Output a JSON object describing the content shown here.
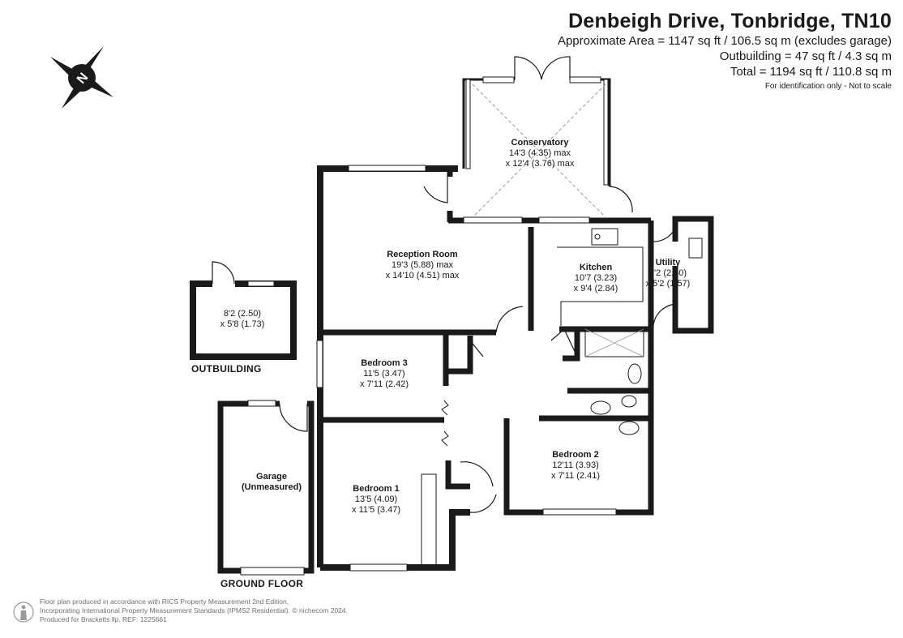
{
  "header": {
    "title": "Denbeigh Drive, Tonbridge, TN10",
    "area_lines": [
      "Approximate Area = 1147 sq ft / 106.5 sq m (excludes garage)",
      "Outbuilding = 47 sq ft / 4.3 sq m",
      "Total = 1194 sq ft / 110.8 sq m"
    ],
    "disclaimer": "For identification only - Not to scale"
  },
  "compass": {
    "label": "N",
    "icon": "compass-north-icon"
  },
  "rooms": {
    "conservatory": {
      "name": "Conservatory",
      "dim1": "14'3 (4.35) max",
      "dim2": "x 12'4 (3.76) max"
    },
    "reception": {
      "name": "Reception Room",
      "dim1": "19'3 (5.88) max",
      "dim2": "x 14'10 (4.51) max"
    },
    "kitchen": {
      "name": "Kitchen",
      "dim1": "10'7 (3.23)",
      "dim2": "x 9'4 (2.84)"
    },
    "utility": {
      "name": "Utility",
      "dim1": "9'2 (2.80)",
      "dim2": "x 5'2 (1.57)"
    },
    "outbuilding": {
      "name": "",
      "dim1": "8'2 (2.50)",
      "dim2": "x 5'8 (1.73)"
    },
    "bedroom3": {
      "name": "Bedroom 3",
      "dim1": "11'5 (3.47)",
      "dim2": "x 7'11 (2.42)"
    },
    "bedroom2": {
      "name": "Bedroom 2",
      "dim1": "12'11 (3.93)",
      "dim2": "x 7'11 (2.41)"
    },
    "bedroom1": {
      "name": "Bedroom 1",
      "dim1": "13'5 (4.09)",
      "dim2": "x 11'5 (3.47)"
    },
    "garage": {
      "name": "Garage",
      "dim1": "(Unmeasured)"
    }
  },
  "labels": {
    "outbuilding": "OUTBUILDING",
    "ground_floor": "GROUND FLOOR"
  },
  "footer": {
    "lines": [
      "Floor plan produced in accordance with RICS Property Measurement 2nd Edition,",
      "Incorporating International Property Measurement Standards (IPMS2 Residential).  © nichecom 2024.",
      "Produced for Bracketts llp.   REF:  1225661"
    ]
  }
}
